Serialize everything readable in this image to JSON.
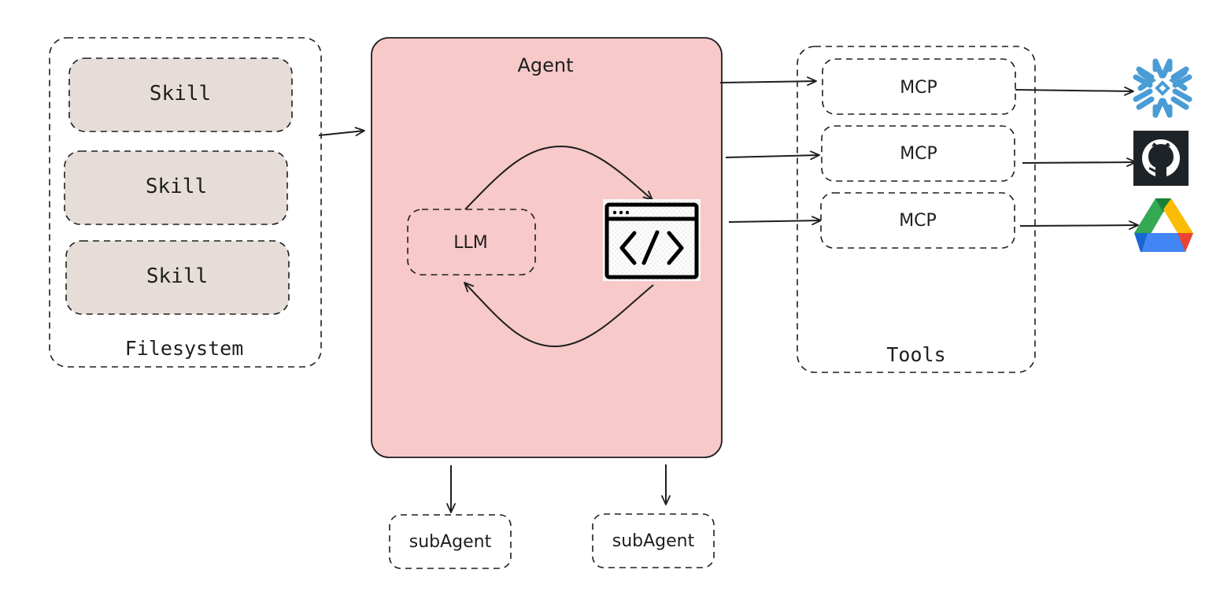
{
  "diagram": {
    "filesystem": {
      "label": "Filesystem",
      "skills": [
        {
          "label": "Skill"
        },
        {
          "label": "Skill"
        },
        {
          "label": "Skill"
        }
      ]
    },
    "agent": {
      "label": "Agent",
      "llm": {
        "label": "LLM"
      },
      "code_tool_icon": "code-window-icon",
      "fill_color": "#f7c9c9"
    },
    "tools": {
      "label": "Tools",
      "mcps": [
        {
          "label": "MCP",
          "target_icon": "snowflake-icon",
          "target_color": "#4a9cd6"
        },
        {
          "label": "MCP",
          "target_icon": "github-icon",
          "target_color": "#1e2327"
        },
        {
          "label": "MCP",
          "target_icon": "google-drive-icon",
          "target_color": "#34a853"
        }
      ]
    },
    "subagents": [
      {
        "label": "subAgent"
      },
      {
        "label": "subAgent"
      }
    ],
    "colors": {
      "skill_fill": "#e6ddd8",
      "stroke": "#1e1e1e"
    }
  }
}
